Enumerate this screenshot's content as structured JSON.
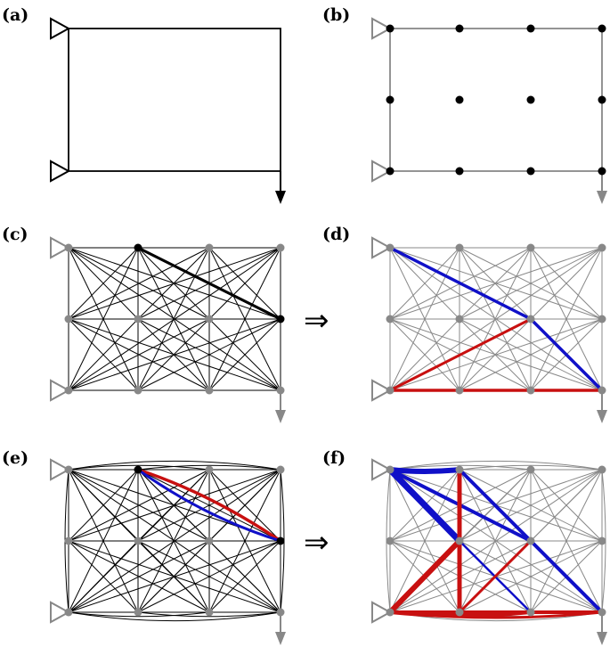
{
  "panels": [
    {
      "key": "a",
      "label": "(a)"
    },
    {
      "key": "b",
      "label": "(b)"
    },
    {
      "key": "c",
      "label": "(c)"
    },
    {
      "key": "d",
      "label": "(d)"
    },
    {
      "key": "e",
      "label": "(e)"
    },
    {
      "key": "f",
      "label": "(f)"
    }
  ],
  "implies_symbol": "⇒",
  "colors": {
    "structure": "#000000",
    "ground_structure": "#888888",
    "node_black": "#000000",
    "node_gray": "#888888",
    "compression": "#1010c8",
    "tension": "#c81010"
  },
  "icons": [
    "pin-support-icon",
    "load-arrow-icon"
  ]
}
